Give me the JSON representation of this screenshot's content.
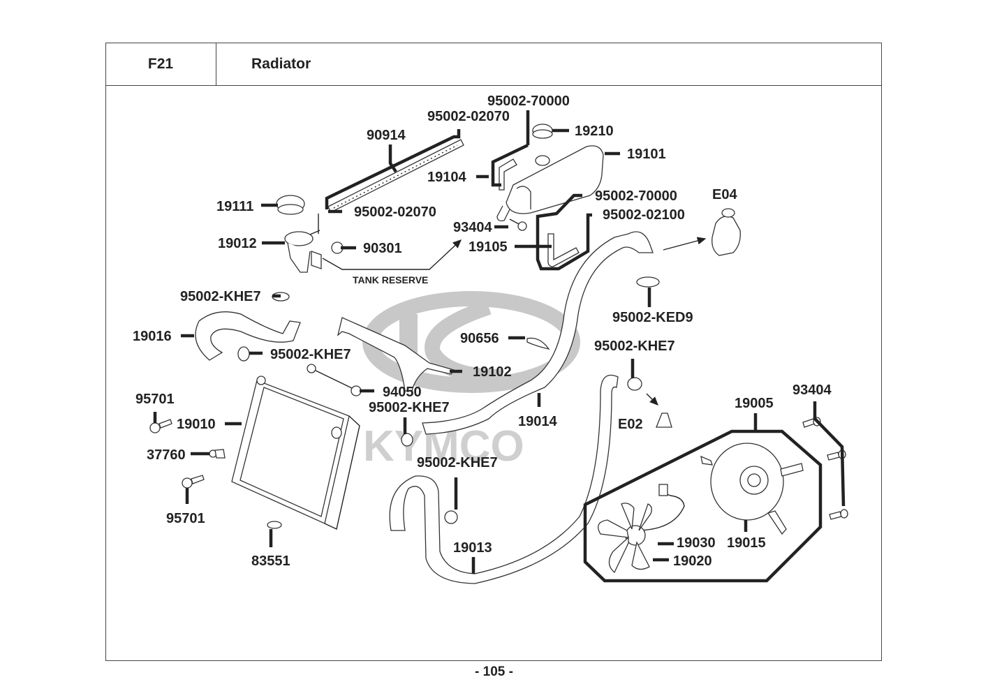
{
  "header": {
    "code": "F21",
    "title": "Radiator"
  },
  "page_number": "- 105 -",
  "watermark": "KYMCO",
  "annotations": {
    "tank_reserve": "TANK RESERVE"
  },
  "callouts": {
    "c_95002_70000_top": "95002-70000",
    "c_95002_02070_top": "95002-02070",
    "c_90914": "90914",
    "c_19210": "19210",
    "c_19101": "19101",
    "c_19104": "19104",
    "c_19111": "19111",
    "c_95002_02070_bot": "95002-02070",
    "c_95002_70000_mid": "95002-70000",
    "c_95002_02100": "95002-02100",
    "c_e04": "E04",
    "c_93404_tank": "93404",
    "c_19012": "19012",
    "c_90301": "90301",
    "c_19105": "19105",
    "c_95002_khe7_a": "95002-KHE7",
    "c_95002_ked9": "95002-KED9",
    "c_19016": "19016",
    "c_90656": "90656",
    "c_95002_khe7_b": "95002-KHE7",
    "c_95002_khe7_c": "95002-KHE7",
    "c_19102": "19102",
    "c_94050": "94050",
    "c_95002_khe7_d": "95002-KHE7",
    "c_95701_top": "95701",
    "c_19010": "19010",
    "c_19014": "19014",
    "c_e02": "E02",
    "c_19005": "19005",
    "c_93404_fan": "93404",
    "c_37760": "37760",
    "c_95002_khe7_e": "95002-KHE7",
    "c_95701_bot": "95701",
    "c_83551": "83551",
    "c_19013": "19013",
    "c_19030": "19030",
    "c_19015": "19015",
    "c_19020": "19020"
  }
}
